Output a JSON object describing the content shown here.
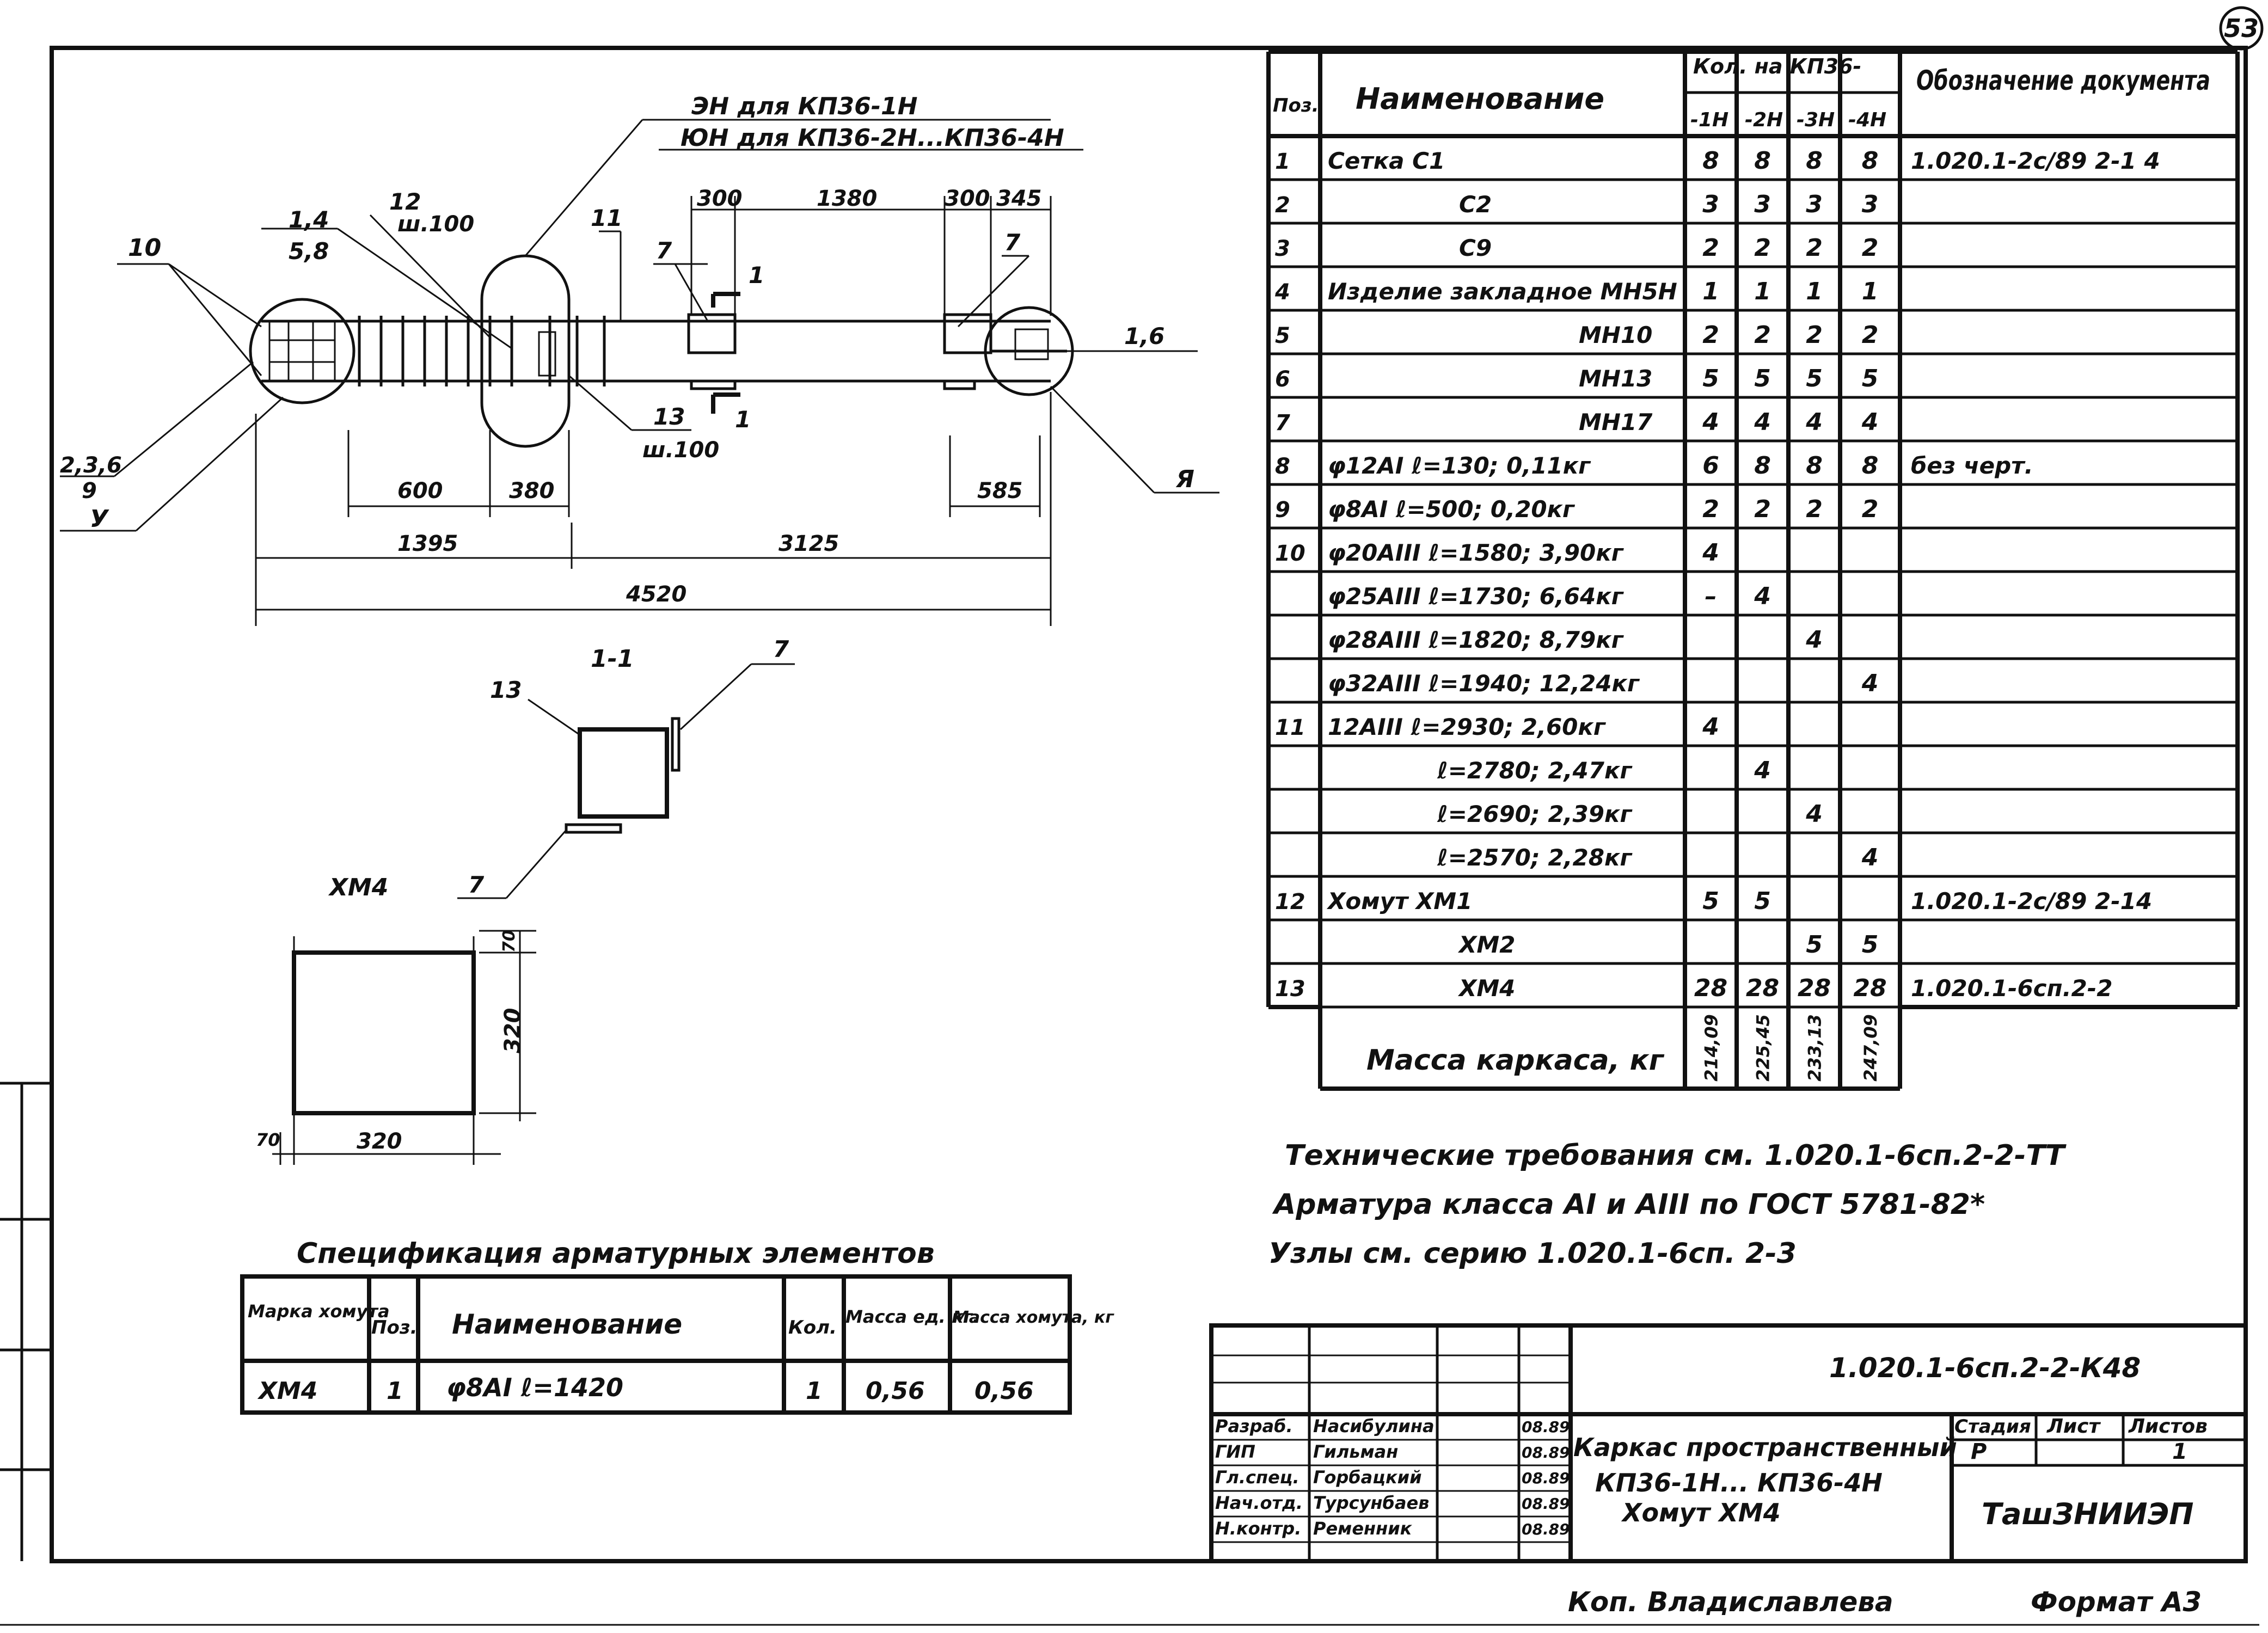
{
  "sheet_number": "53",
  "drawing": {
    "callout_top_1": "ЭН для КП36-1Н",
    "callout_top_2": "ЮН для КП36-2Н...КП36-4Н",
    "labels": {
      "l10": "10",
      "l14": "1,4",
      "l58": "5,8",
      "l12": "12",
      "lsh100a": "ш.100",
      "l11": "11",
      "l7a": "7",
      "l1a": "1",
      "l7b": "7",
      "l16": "1,6",
      "l13": "13",
      "lsh100b": "ш.100",
      "l1b": "1",
      "l236": "2,3,6",
      "l9": "9",
      "lU": "У",
      "lYa": "Я"
    },
    "dims": {
      "d300a": "300",
      "d1380": "1380",
      "d300b": "300",
      "d345": "345",
      "d600": "600",
      "d380": "380",
      "d585": "585",
      "d1395": "1395",
      "d3125": "3125",
      "d4520": "4520"
    },
    "section": {
      "title": "1-1",
      "l13": "13",
      "l7a": "7",
      "l7b": "7",
      "name": "ХМ4"
    },
    "stirrup": {
      "h": "320",
      "top": "70",
      "w": "320",
      "left": "70"
    }
  },
  "spec_small": {
    "title": "Спецификация арматурных элементов",
    "headers": [
      "Марка хомута",
      "Поз.",
      "Наименование",
      "Кол.",
      "Масса ед. кг.",
      "Масса хомута, кг"
    ],
    "row": [
      "ХМ4",
      "1",
      "φ8АI   ℓ=1420",
      "1",
      "0,56",
      "0,56"
    ]
  },
  "spec_main": {
    "h_pos": "Поз.",
    "h_name": "Наименование",
    "h_qty": "Кол. на КП36-",
    "h_sub": [
      "-1Н",
      "-2Н",
      "-3Н",
      "-4Н"
    ],
    "h_doc": "Обозначение документа",
    "rows": [
      {
        "pos": "1",
        "name": "Сетка С1",
        "q": [
          "8",
          "8",
          "8",
          "8"
        ],
        "doc": "1.020.1-2с/89 2-1 4"
      },
      {
        "pos": "2",
        "name": "С2",
        "q": [
          "3",
          "3",
          "3",
          "3"
        ],
        "doc": ""
      },
      {
        "pos": "3",
        "name": "С9",
        "q": [
          "2",
          "2",
          "2",
          "2"
        ],
        "doc": ""
      },
      {
        "pos": "4",
        "name": "Изделие закладное МН5Н",
        "q": [
          "1",
          "1",
          "1",
          "1"
        ],
        "doc": ""
      },
      {
        "pos": "5",
        "name": "МН10",
        "q": [
          "2",
          "2",
          "2",
          "2"
        ],
        "doc": ""
      },
      {
        "pos": "6",
        "name": "МН13",
        "q": [
          "5",
          "5",
          "5",
          "5"
        ],
        "doc": ""
      },
      {
        "pos": "7",
        "name": "МН17",
        "q": [
          "4",
          "4",
          "4",
          "4"
        ],
        "doc": ""
      },
      {
        "pos": "8",
        "name": "φ12АI ℓ=130; 0,11кг",
        "q": [
          "6",
          "8",
          "8",
          "8"
        ],
        "doc": "без черт."
      },
      {
        "pos": "9",
        "name": "φ8АI ℓ=500; 0,20кг",
        "q": [
          "2",
          "2",
          "2",
          "2"
        ],
        "doc": ""
      },
      {
        "pos": "10",
        "name": "φ20АIII ℓ=1580; 3,90кг",
        "q": [
          "4",
          "",
          "",
          ""
        ],
        "doc": ""
      },
      {
        "pos": "",
        "name": "φ25АIII ℓ=1730; 6,64кг",
        "q": [
          "–",
          "4",
          "",
          ""
        ],
        "doc": ""
      },
      {
        "pos": "",
        "name": "φ28АIII ℓ=1820; 8,79кг",
        "q": [
          "",
          "",
          "4",
          ""
        ],
        "doc": ""
      },
      {
        "pos": "",
        "name": "φ32АIII ℓ=1940; 12,24кг",
        "q": [
          "",
          "",
          "",
          "4"
        ],
        "doc": ""
      },
      {
        "pos": "11",
        "name": "12АIII ℓ=2930; 2,60кг",
        "q": [
          "4",
          "",
          "",
          ""
        ],
        "doc": ""
      },
      {
        "pos": "",
        "name": "ℓ=2780; 2,47кг",
        "q": [
          "",
          "4",
          "",
          ""
        ],
        "doc": ""
      },
      {
        "pos": "",
        "name": "ℓ=2690; 2,39кг",
        "q": [
          "",
          "",
          "4",
          ""
        ],
        "doc": ""
      },
      {
        "pos": "",
        "name": "ℓ=2570; 2,28кг",
        "q": [
          "",
          "",
          "",
          "4"
        ],
        "doc": ""
      },
      {
        "pos": "12",
        "name": "Хомут ХМ1",
        "q": [
          "5",
          "5",
          "",
          ""
        ],
        "doc": "1.020.1-2с/89 2-14"
      },
      {
        "pos": "",
        "name": "ХМ2",
        "q": [
          "",
          "",
          "5",
          "5"
        ],
        "doc": ""
      },
      {
        "pos": "13",
        "name": "ХМ4",
        "q": [
          "28",
          "28",
          "28",
          "28"
        ],
        "doc": "1.020.1-6сп.2-2"
      }
    ],
    "mass_label": "Масса каркаса, кг",
    "mass": [
      "214,09",
      "225,45",
      "233,13",
      "247,09"
    ]
  },
  "notes": [
    "Технические требования см. 1.020.1-6сп.2-2-ТТ",
    "Арматура класса АI и АIII по ГОСТ 5781-82*",
    "Узлы см. серию 1.020.1-6сп. 2-3"
  ],
  "title_block": {
    "code": "1.020.1-6сп.2-2-К48",
    "roles": [
      "Разраб.",
      "ГИП",
      "Гл.спец.",
      "Нач.отд.",
      "Н.контр."
    ],
    "names": [
      "Насибулина",
      "Гильман",
      "Горбацкий",
      "Турсунбаев",
      "Ременник"
    ],
    "dates": [
      "08.89",
      "08.89",
      "08.89",
      "08.89",
      "08.89"
    ],
    "title1": "Каркас пространственный",
    "title2": "КП36-1Н... КП36-4Н",
    "title3": "Хомут ХМ4",
    "stage_h": "Стадия",
    "sheet_h": "Лист",
    "sheets_h": "Листов",
    "stage": "Р",
    "sheet": "",
    "sheets": "1",
    "org": "ТашЗНИИЭП"
  },
  "footer": {
    "copied": "Коп. Владиславлева",
    "format": "Формат А3"
  }
}
